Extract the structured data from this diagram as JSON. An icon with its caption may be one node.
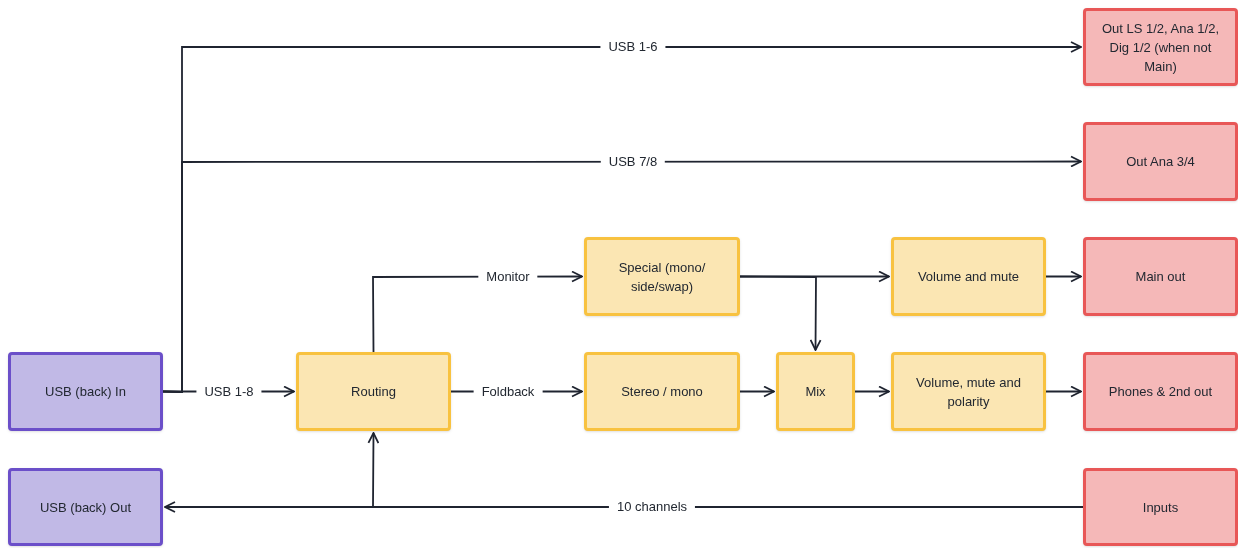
{
  "diagram": {
    "nodes": [
      {
        "text": [
          "Out LS 1/2, Ana 1/2, Dig 1/2 (when not Main)"
        ]
      },
      {
        "text": [
          "Out Ana 3/4"
        ]
      },
      {
        "text": [
          "Special (mono/ side/swap)"
        ]
      },
      {
        "text": [
          "Volume and mute"
        ]
      },
      {
        "text": [
          "Main out"
        ]
      },
      {
        "text": [
          "USB (back) In"
        ]
      },
      {
        "text": [
          "Routing"
        ]
      },
      {
        "text": [
          "Stereo / mono"
        ]
      },
      {
        "text": [
          "Mix"
        ]
      },
      {
        "text": [
          "Volume, mute and polarity"
        ]
      },
      {
        "text": [
          "Phones & 2nd out"
        ]
      },
      {
        "text": [
          "USB (back) Out"
        ]
      },
      {
        "text": [
          "Inputs"
        ]
      }
    ],
    "edges": [
      {
        "from": 5,
        "to": 0,
        "arrow": "to",
        "label": "USB 1-6"
      },
      {
        "from": 5,
        "to": 1,
        "arrow": "to",
        "label": "USB 7/8"
      },
      {
        "from": 5,
        "to": 6,
        "arrow": "to",
        "label": "USB 1-8"
      },
      {
        "from": 6,
        "to": 2,
        "arrow": "to",
        "label": "Monitor"
      },
      {
        "from": 6,
        "to": 7,
        "arrow": "to",
        "label": "Foldback"
      },
      {
        "from": 2,
        "to": 3,
        "arrow": "to"
      },
      {
        "from": 2,
        "to": 8,
        "arrow": "to"
      },
      {
        "from": 7,
        "to": 8,
        "arrow": "to"
      },
      {
        "from": 8,
        "to": 9,
        "arrow": "to"
      },
      {
        "from": 3,
        "to": 4,
        "arrow": "to"
      },
      {
        "from": 9,
        "to": 10,
        "arrow": "to"
      },
      {
        "from": 12,
        "to": 11,
        "arrow": "to",
        "label": "10 channels"
      },
      {
        "from": 12,
        "to": 6,
        "arrow": "to"
      }
    ]
  }
}
